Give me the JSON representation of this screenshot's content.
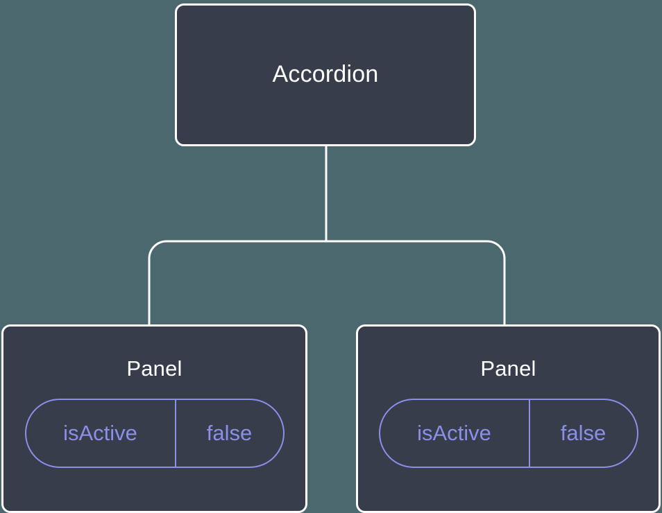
{
  "diagram": {
    "type": "component-tree",
    "background_color": "#4c686f",
    "node_fill_color": "#373d4b",
    "node_border_color": "#ffffff",
    "edge_color": "#ffffff",
    "prop_accent_color": "#8b8fe8",
    "root": {
      "label": "Accordion"
    },
    "children": [
      {
        "label": "Panel",
        "props": [
          {
            "key": "isActive",
            "value": "false"
          }
        ]
      },
      {
        "label": "Panel",
        "props": [
          {
            "key": "isActive",
            "value": "false"
          }
        ]
      }
    ]
  }
}
